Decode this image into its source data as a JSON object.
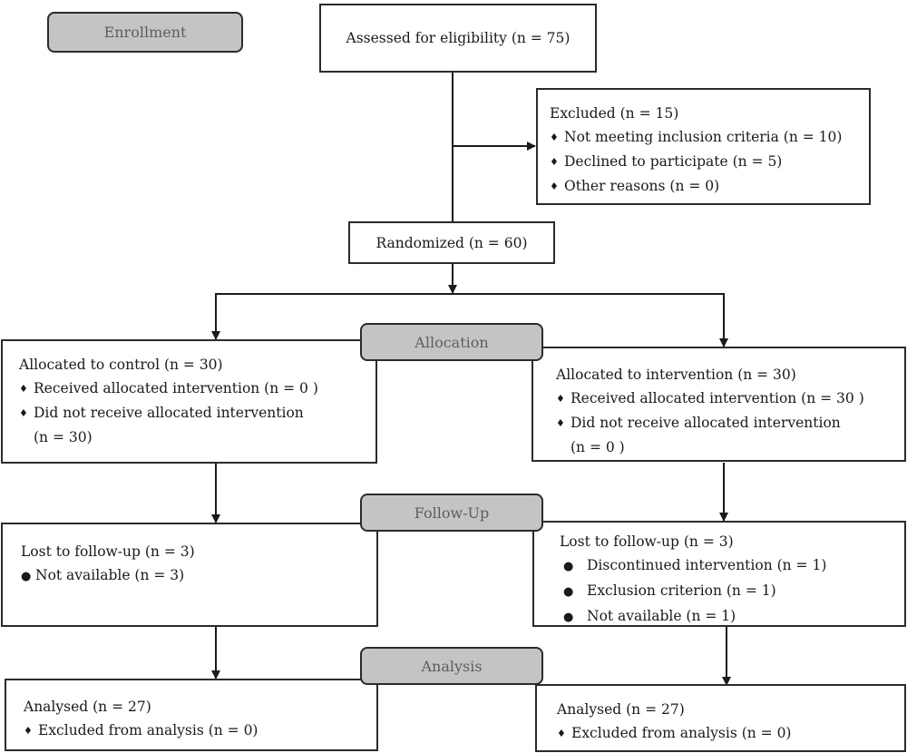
{
  "phases": {
    "enrollment": "Enrollment",
    "allocation": "Allocation",
    "follow_up": "Follow-Up",
    "analysis": "Analysis"
  },
  "assessed": "Assessed for eligibility (n = 75)",
  "excluded": {
    "title": "Excluded (n = 15)",
    "items": [
      "Not meeting inclusion criteria (n = 10)",
      "Declined to participate (n = 5)",
      "Other reasons (n = 0)"
    ]
  },
  "randomized": "Randomized (n = 60)",
  "control": {
    "allocation_title": "Allocated to control (n = 30)",
    "allocation_items": [
      "Received allocated intervention (n = 0  )",
      "Did not receive allocated intervention",
      "(n = 30)"
    ],
    "followup_title": "Lost to follow-up (n = 3)",
    "followup_items": [
      "Not available (n = 3)"
    ],
    "analysis_title": "Analysed (n = 27)",
    "analysis_items": [
      "Excluded from analysis (n = 0)"
    ]
  },
  "intervention": {
    "allocation_title": "Allocated to intervention (n = 30)",
    "allocation_items": [
      "Received allocated intervention (n = 30 )",
      "Did not receive allocated intervention",
      "(n = 0 )"
    ],
    "followup_title": "Lost to follow-up (n = 3)",
    "followup_items": [
      "Discontinued intervention (n = 1)",
      "Exclusion criterion (n = 1)",
      "Not available (n = 1)"
    ],
    "analysis_title": "Analysed (n = 27)",
    "analysis_items": [
      "Excluded from analysis (n = 0)"
    ]
  },
  "symbols": {
    "diamond": "♦",
    "bullet": "●"
  }
}
